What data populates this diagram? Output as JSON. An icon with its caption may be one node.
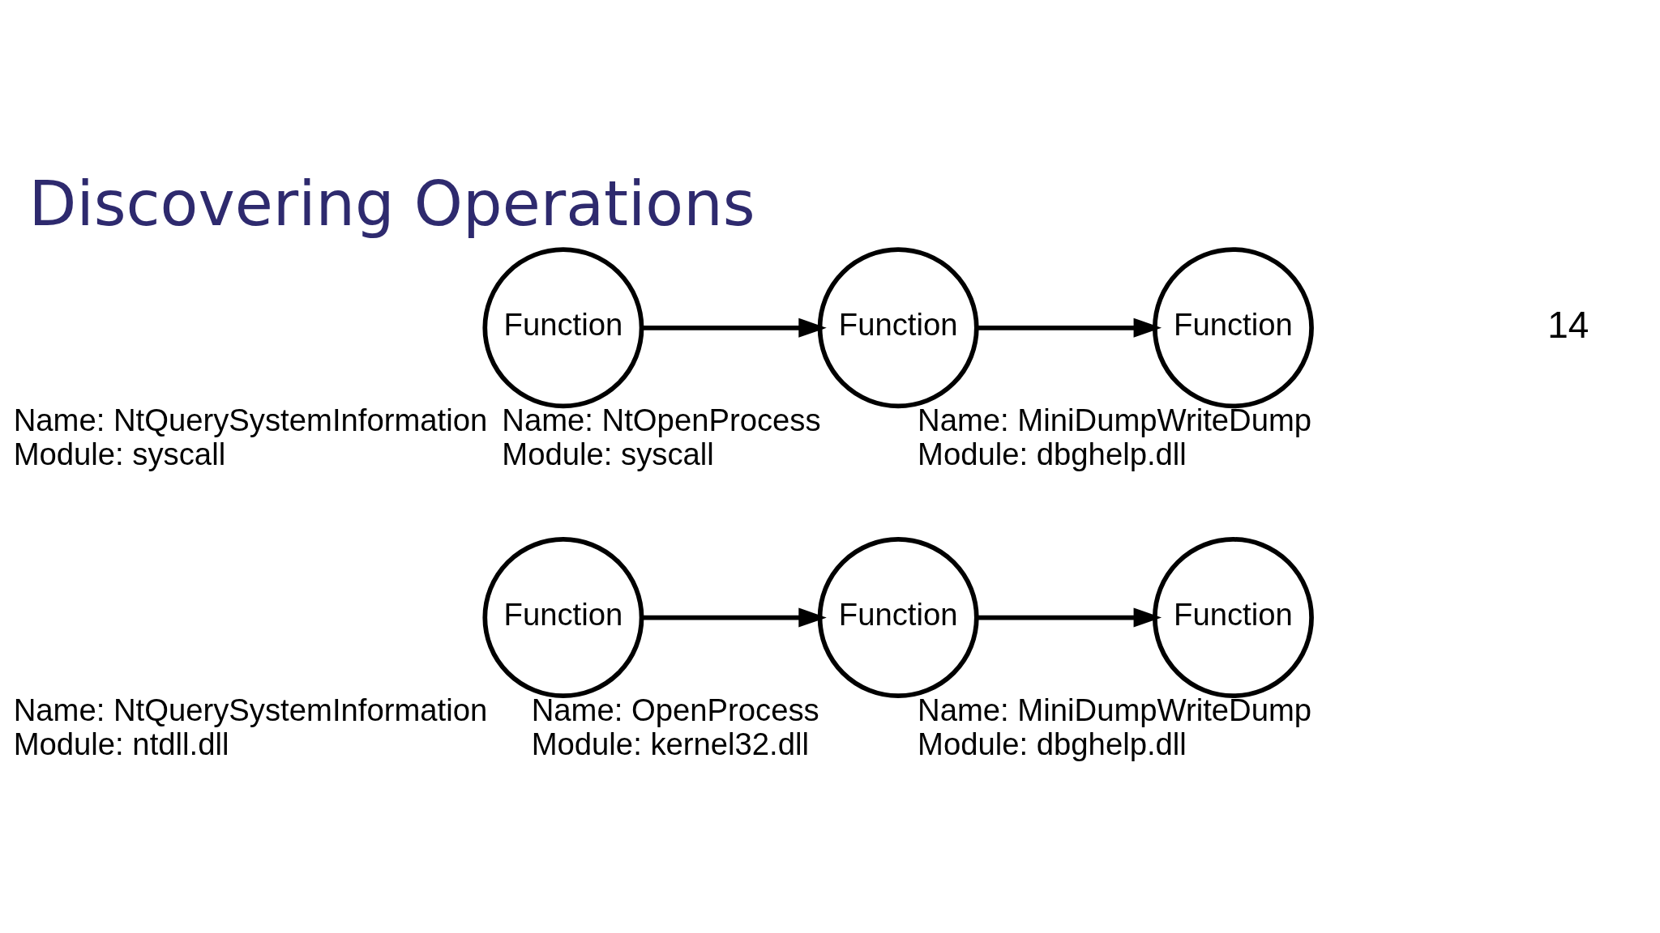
{
  "diagram": {
    "title": "Discovering Operations",
    "nodes": [
      {
        "text": [
          "Function"
        ],
        "beside": [
          "Name: NtQuerySystemInformation",
          "Module: ntdll.dll"
        ]
      },
      {
        "text": [
          "Function"
        ],
        "beside": [
          "Name: OpenProcess",
          "Module: kernel32.dll"
        ]
      },
      {
        "text": [
          "Function"
        ],
        "beside": [
          "Name: MiniDumpWriteDump",
          "Module: dbghelp.dll"
        ]
      },
      {
        "text": [
          "Function"
        ],
        "beside": [
          "Name: NtQuerySystemInformation",
          "Module: syscall"
        ]
      },
      {
        "text": [
          "Function"
        ],
        "beside": [
          "Name: NtOpenProcess",
          "Module: syscall"
        ]
      },
      {
        "text": [
          "Function"
        ],
        "beside": [
          "Name: MiniDumpWriteDump",
          "Module: dbghelp.dll"
        ]
      }
    ],
    "edges": [
      {
        "from": 0,
        "to": 1,
        "arrow": "to"
      },
      {
        "from": 1,
        "to": 2,
        "arrow": "to"
      },
      {
        "from": 3,
        "to": 4,
        "arrow": "to"
      },
      {
        "from": 4,
        "to": 5,
        "arrow": "to"
      }
    ],
    "labels": [
      "14"
    ]
  }
}
